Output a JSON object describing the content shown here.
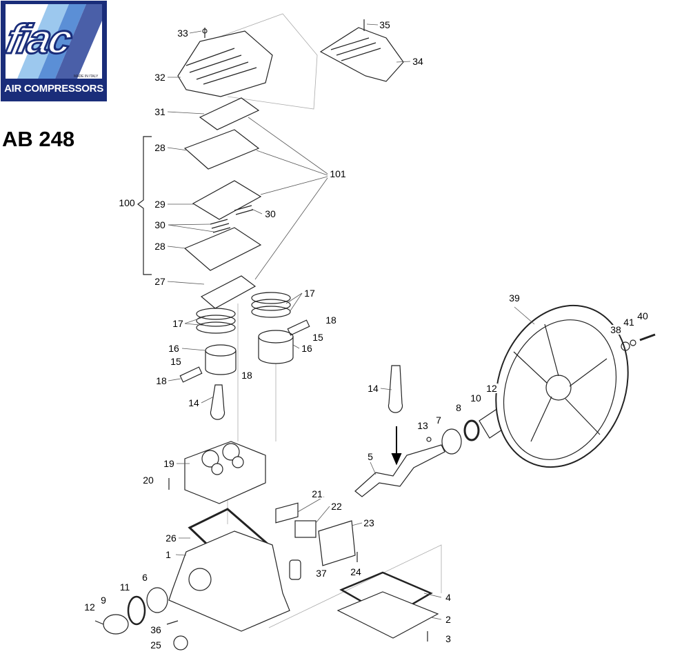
{
  "logo": {
    "brand": "fiac",
    "made_in": "MADE IN ITALY",
    "subtitle": "AIR COMPRESSORS",
    "colors": {
      "navy": "#1a2d7a",
      "blue1": "#5b8fd6",
      "blue2": "#9cc8ee",
      "blue3": "#4a5fa8"
    }
  },
  "title": "AB 248",
  "callouts": [
    "33",
    "35",
    "34",
    "32",
    "31",
    "28",
    "101",
    "100",
    "29",
    "30",
    "30",
    "28",
    "27",
    "17",
    "17",
    "18",
    "15",
    "16",
    "16",
    "15",
    "18",
    "18",
    "14",
    "14",
    "39",
    "40",
    "41",
    "38",
    "12",
    "10",
    "8",
    "7",
    "13",
    "5",
    "19",
    "20",
    "21",
    "22",
    "23",
    "26",
    "1",
    "37",
    "24",
    "6",
    "11",
    "4",
    "9",
    "12",
    "2",
    "36",
    "3",
    "25"
  ]
}
